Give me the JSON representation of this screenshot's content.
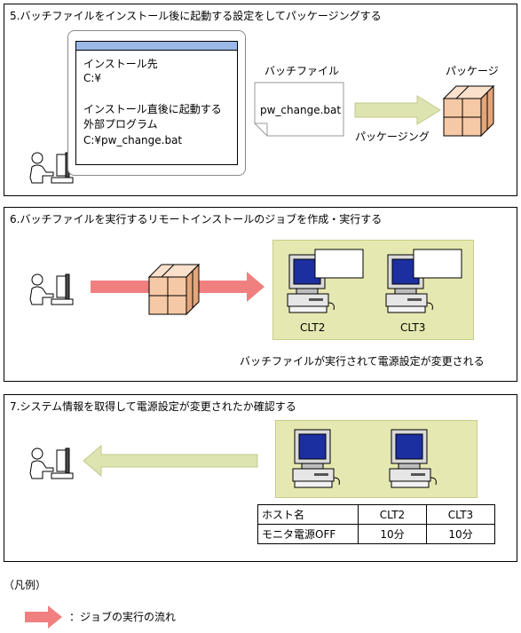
{
  "step5": {
    "title": "5.バッチファイルをインストール後に起動する設定をしてパッケージングする",
    "dialog": {
      "line1": "インストール先",
      "line2": "C:¥",
      "line3": "インストール直後に起動する",
      "line4": "外部プログラム",
      "line5": "C:¥pw_change.bat"
    },
    "batch_label": "バッチファイル",
    "batch_file": "pw_change.bat",
    "package_label": "パッケージ",
    "packaging_label": "パッケージング"
  },
  "step6": {
    "title": "6.バッチファイルを実行するリモートインストールのジョブを作成・実行する",
    "client1": "CLT2",
    "client2": "CLT3",
    "note": "バッチファイルが実行されて電源設定が変更される"
  },
  "step7": {
    "title": "7.システム情報を取得して電源設定が変更されたか確認する",
    "table": {
      "headers": [
        "ホスト名",
        "CLT2",
        "CLT3"
      ],
      "rows": [
        [
          "モニタ電源OFF",
          "10分",
          "10分"
        ]
      ]
    }
  },
  "legend": {
    "title": "（凡例）",
    "arrow_label": "：ジョブの実行の流れ"
  },
  "colors": {
    "job_arrow": "#f08080",
    "packaging_arrow": "#dde4b0",
    "client_area": "#e6e8b1",
    "package_box": "#f6c9a6",
    "monitor_screen": "#1c2fa0"
  }
}
